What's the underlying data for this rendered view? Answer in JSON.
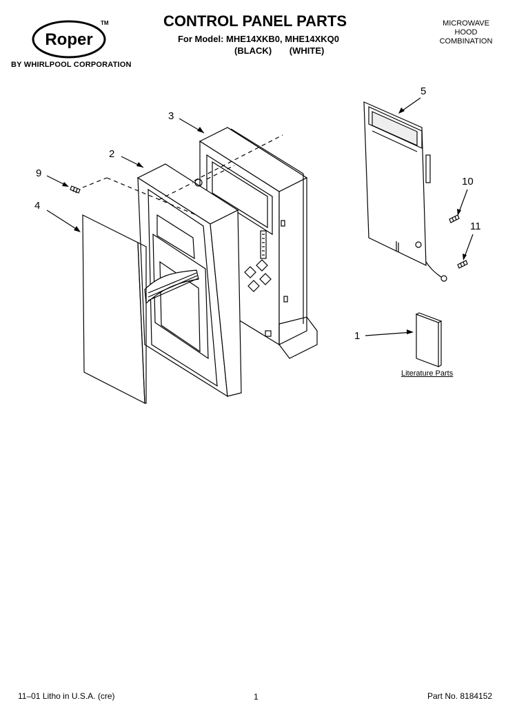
{
  "header": {
    "brand": "Roper",
    "trademark": "TM",
    "brand_subtitle": "BY WHIRLPOOL CORPORATION",
    "title": "CONTROL PANEL PARTS",
    "model_line": "For Model: MHE14XKB0, MHE14XKQ0",
    "color_black": "(BLACK)",
    "color_white": "(WHITE)",
    "product_type": [
      "MICROWAVE",
      "HOOD",
      "COMBINATION"
    ]
  },
  "callouts": {
    "c1": "1",
    "c2": "2",
    "c3": "3",
    "c4": "4",
    "c5": "5",
    "c9": "9",
    "c10": "10",
    "c11": "11"
  },
  "literature_label": "Literature Parts",
  "footer": {
    "litho": "11–01 Litho in U.S.A. (cre)",
    "page": "1",
    "part_no": "Part No. 8184152"
  }
}
